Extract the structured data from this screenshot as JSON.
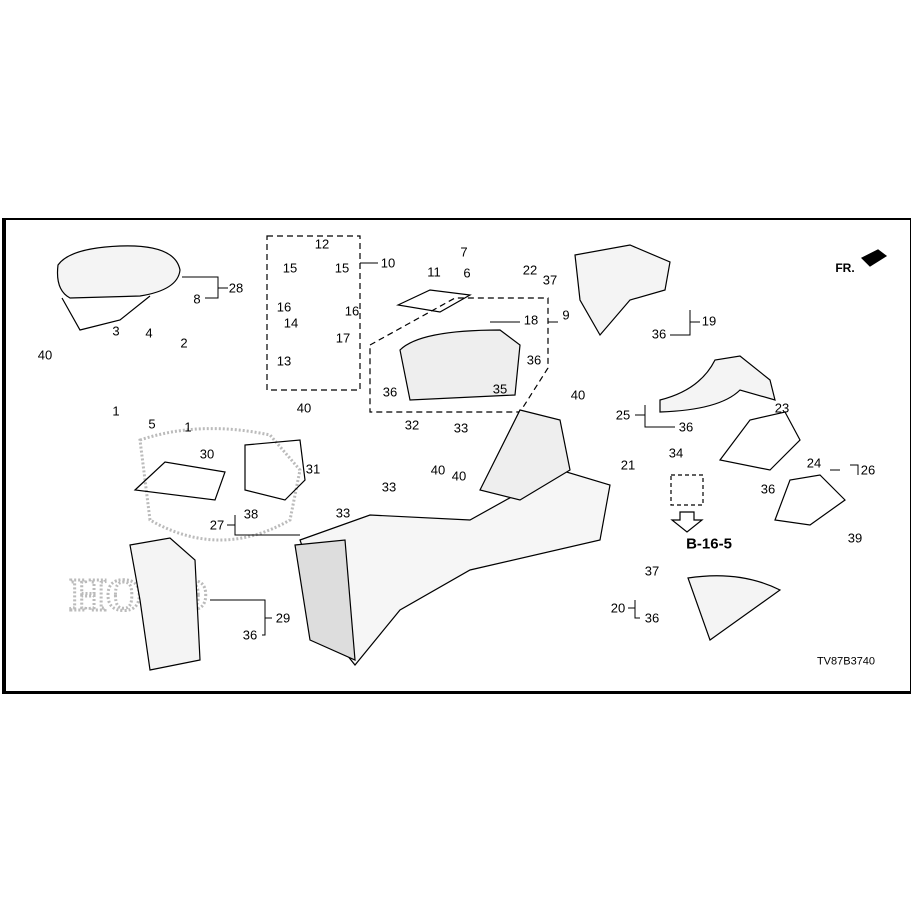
{
  "diagram": {
    "code": "TV87B3740",
    "front_marker": "FR.",
    "reference": "B-16-5",
    "watermark": "HONDA",
    "callouts": [
      "12",
      "15",
      "15",
      "10",
      "11",
      "7",
      "6",
      "22",
      "37",
      "28",
      "8",
      "16",
      "16",
      "14",
      "18",
      "9",
      "19",
      "40",
      "3",
      "4",
      "2",
      "17",
      "13",
      "36",
      "36",
      "35",
      "36",
      "1",
      "5",
      "1",
      "40",
      "40",
      "25",
      "23",
      "36",
      "33",
      "32",
      "30",
      "31",
      "34",
      "21",
      "24",
      "26",
      "40",
      "40",
      "33",
      "36",
      "38",
      "33",
      "27",
      "39",
      "37",
      "20",
      "36",
      "29",
      "36"
    ]
  }
}
